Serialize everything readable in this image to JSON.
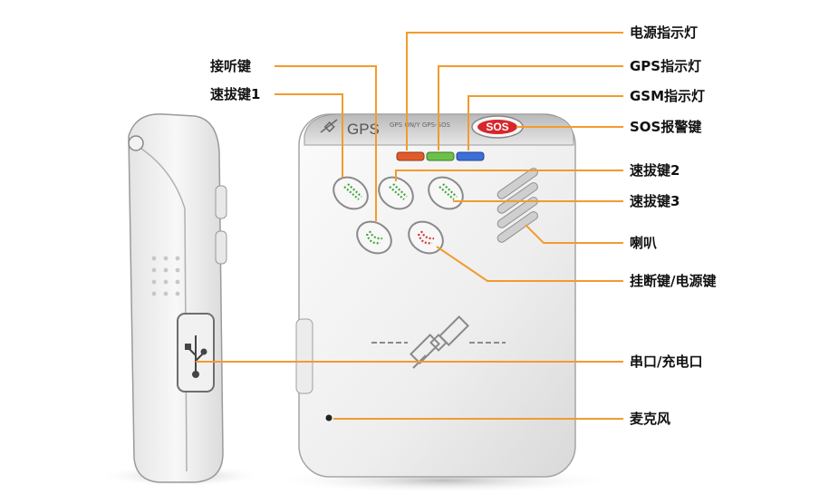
{
  "device": {
    "brand_text": "GPS",
    "indicator_caption": "GPS  ON/Y  GPS-SOS",
    "sos_button_text": "SOS"
  },
  "callouts": {
    "power_indicator": "电源指示灯",
    "gps_indicator": "GPS指示灯",
    "gsm_indicator": "GSM指示灯",
    "sos_key": "SOS报警键",
    "speed_dial_2": "速拔键2",
    "speed_dial_3": "速拔键3",
    "speaker": "喇叭",
    "hangup_power_key": "挂断键/电源键",
    "serial_charge_port": "串口/充电口",
    "microphone": "麦克风",
    "answer_key": "接听键",
    "speed_dial_1": "速拔键1"
  },
  "colors": {
    "callout_line": "#f29b2e",
    "led_power": "#e35b2a",
    "led_gps": "#6cc04a",
    "led_gsm": "#3c6fd8",
    "sos_red": "#d8262b",
    "key_green": "#3ea83a",
    "key_red": "#d8332e"
  }
}
